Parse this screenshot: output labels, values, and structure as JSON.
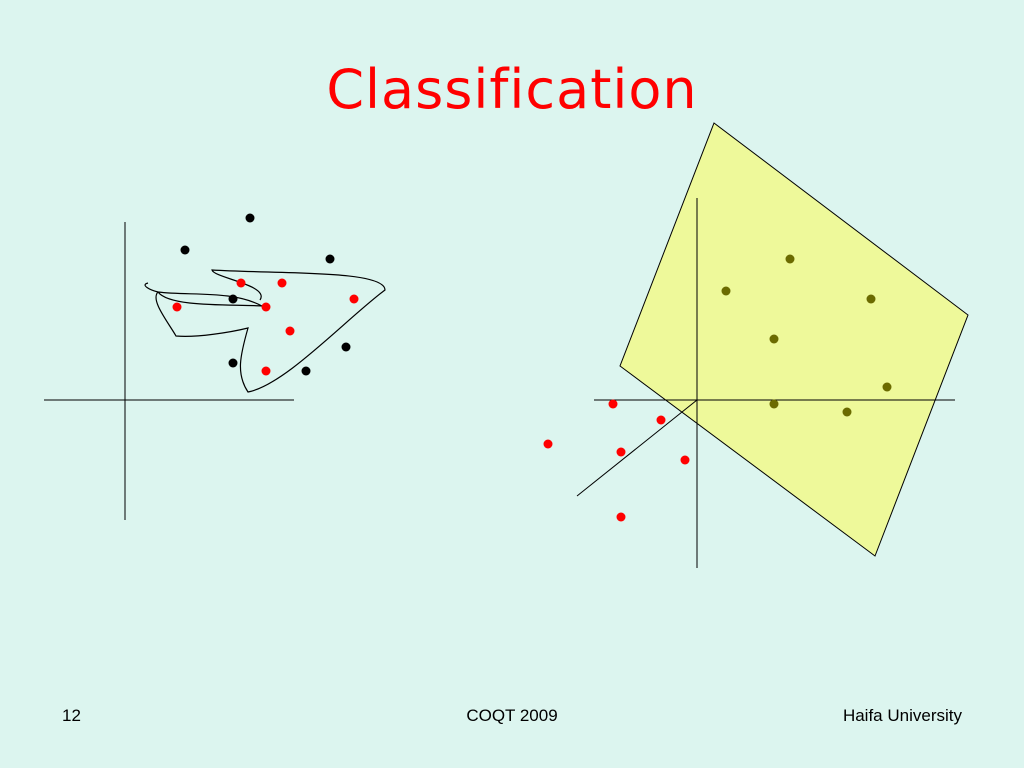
{
  "slide": {
    "title": "Classification",
    "page_number": "12",
    "footer_center": "COQT 2009",
    "footer_right": "Haifa University"
  },
  "colors": {
    "background": "#dcf5ef",
    "title": "#ff0000",
    "class_a_point": "#ff0000",
    "class_b_point_left": "#000000",
    "class_b_point_right": "#6b6b00",
    "region_fill": "#eef99a"
  }
}
